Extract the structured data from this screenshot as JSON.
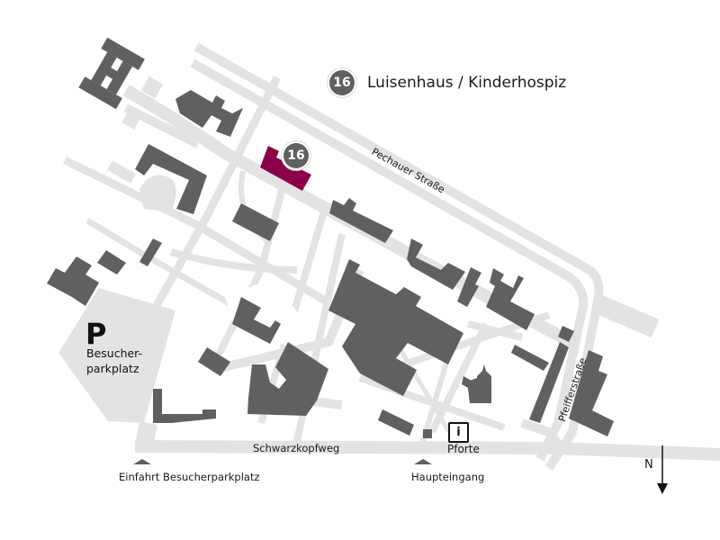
{
  "legend": {
    "number": "16",
    "label": "Luisenhaus / Kinderhospiz"
  },
  "marker": {
    "number": "16",
    "highlight_color": "#8b0047"
  },
  "colors": {
    "building": "#5f6062",
    "road": "#e3e3e5",
    "background": "#ffffff",
    "highlight": "#8b0047"
  },
  "streets": {
    "pechauer": "Pechauer Straße",
    "pfeiffer": "Pfeifferstraße",
    "schwarzkopf": "Schwarzkopfweg"
  },
  "parking": {
    "symbol": "P",
    "line1": "Besucher-",
    "line2": "parkplatz"
  },
  "info": {
    "icon": "info-icon",
    "symbol": "i",
    "label": "Pforte"
  },
  "entrances": {
    "parking": "Einfahrt Besucherparkplatz",
    "main": "Haupteingang"
  },
  "compass": {
    "label": "N",
    "icon": "north-arrow-icon"
  }
}
